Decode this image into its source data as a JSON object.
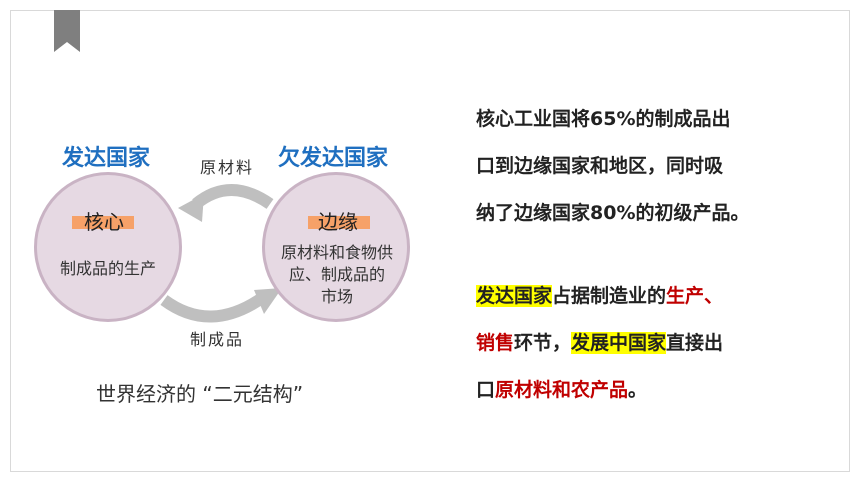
{
  "left": {
    "developed_label": "发达国家",
    "underdeveloped_label": "欠发达国家",
    "core_title": "核心",
    "core_text": "制成品的生产",
    "edge_title": "边缘",
    "edge_text_lines": [
      "原材料和食物供",
      "应、制成品的",
      "市场"
    ],
    "arrow_top_label": "原材料",
    "arrow_bottom_label": "制成品",
    "caption": "世界经济的 “二元结构”"
  },
  "right": {
    "para1_lines": [
      "核心工业国将65%的制成品出",
      "口到边缘国家和地区，同时吸",
      "纳了边缘国家80%的初级产品。"
    ],
    "para2": {
      "line1": {
        "hl": "发达国家",
        "text": "占据制造业的",
        "red": "生产、"
      },
      "line2": {
        "red": "销售",
        "text": "环节，",
        "hl": "发展中国家",
        "text2": "直接出"
      },
      "line3": {
        "text": "口",
        "red": "原材料和农产品",
        "end": "。"
      }
    }
  },
  "colors": {
    "accent_blue": "#1f6fc0",
    "circle_fill": "#e6d9e3",
    "highlight_yellow": "#ffff00",
    "red": "#c00000",
    "orange_bar": "#f79a5a"
  }
}
